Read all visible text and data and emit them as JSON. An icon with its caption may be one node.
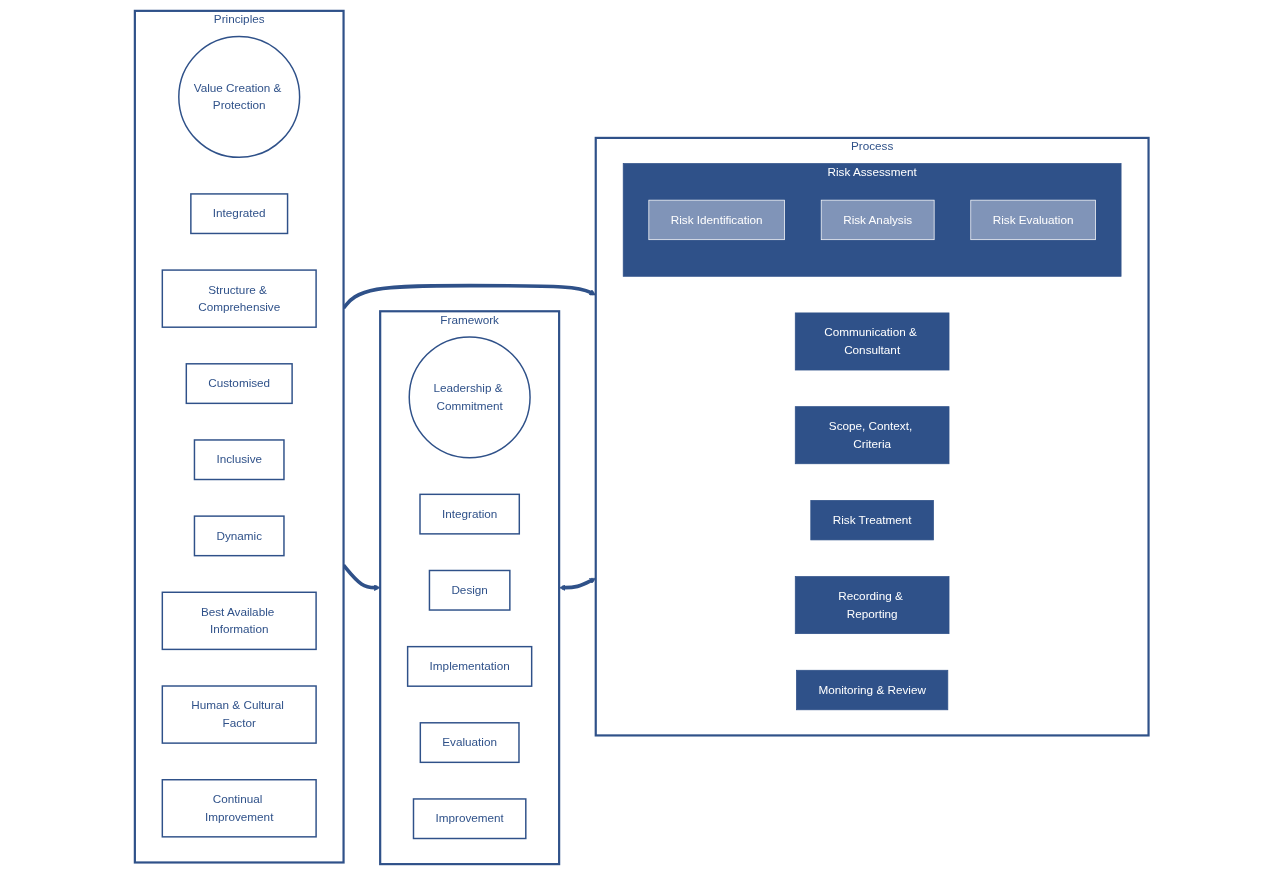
{
  "diagram": {
    "nodes": [
      {
        "text": [
          "Principles"
        ]
      },
      {
        "text": [
          "Value Creation & Protection"
        ],
        "in": 0
      },
      {
        "text": [
          "Integrated"
        ],
        "in": 0
      },
      {
        "text": [
          "Structure & Comprehensive"
        ],
        "in": 0
      },
      {
        "text": [
          "Customised"
        ],
        "in": 0
      },
      {
        "text": [
          "Inclusive"
        ],
        "in": 0
      },
      {
        "text": [
          "Dynamic"
        ],
        "in": 0
      },
      {
        "text": [
          "Best Available Information"
        ],
        "in": 0
      },
      {
        "text": [
          "Human & Cultural Factor"
        ],
        "in": 0
      },
      {
        "text": [
          "Continual Improvement"
        ],
        "in": 0
      },
      {
        "text": [
          "Framework"
        ]
      },
      {
        "text": [
          "Leadership & Commitment"
        ],
        "in": 10
      },
      {
        "text": [
          "Integration"
        ],
        "in": 10
      },
      {
        "text": [
          "Design"
        ],
        "in": 10
      },
      {
        "text": [
          "Implementation"
        ],
        "in": 10
      },
      {
        "text": [
          "Evaluation"
        ],
        "in": 10
      },
      {
        "text": [
          "Improvement"
        ],
        "in": 10
      },
      {
        "text": [
          "Process"
        ]
      },
      {
        "text": [
          "Communication & Consultant"
        ],
        "in": 17
      },
      {
        "text": [
          "Scope, Context, Criteria"
        ],
        "in": 17
      },
      {
        "text": [
          "Risk Assessment"
        ],
        "in": 17
      },
      {
        "text": [
          "Risk Identification"
        ],
        "in": 20
      },
      {
        "text": [
          "Risk Analysis"
        ],
        "in": 20
      },
      {
        "text": [
          "Risk Evaluation"
        ],
        "in": 20
      },
      {
        "text": [
          "Risk Treatment"
        ],
        "in": 17
      },
      {
        "text": [
          "Recording & Reporting"
        ],
        "in": 17
      },
      {
        "text": [
          "Monitoring & Review"
        ],
        "in": 17
      }
    ],
    "edges": [
      {
        "from": 0,
        "to": 10,
        "arrow": "to"
      },
      {
        "from": 0,
        "to": 17,
        "arrow": "to"
      },
      {
        "from": 10,
        "to": 17,
        "arrow": "both"
      }
    ]
  }
}
